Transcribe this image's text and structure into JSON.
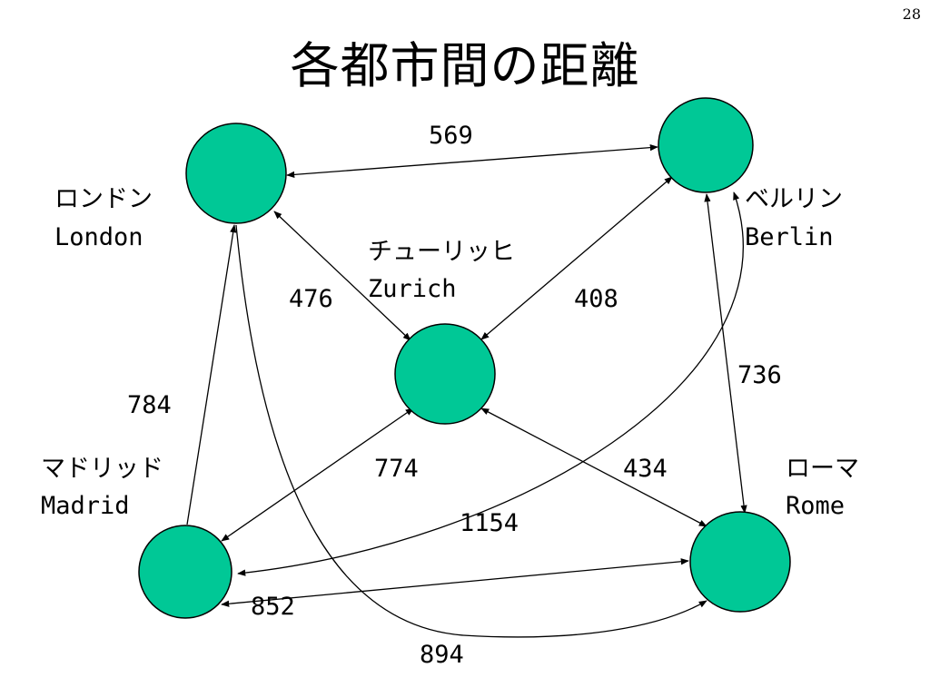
{
  "slide": {
    "number": "28",
    "title": "各都市間の距離"
  },
  "colors": {
    "node_fill": "#00c896",
    "node_stroke": "#000000",
    "edge": "#000000"
  },
  "cities": {
    "london": {
      "name_ja": "ロンドン",
      "name_en": "London"
    },
    "berlin": {
      "name_ja": "ベルリン",
      "name_en": "Berlin"
    },
    "zurich": {
      "name_ja": "チューリッヒ",
      "name_en": "Zurich"
    },
    "madrid": {
      "name_ja": "マドリッド",
      "name_en": "Madrid"
    },
    "rome": {
      "name_ja": "ローマ",
      "name_en": "Rome"
    }
  },
  "distances": {
    "london_berlin": "569",
    "london_zurich": "476",
    "berlin_zurich": "408",
    "london_madrid": "784",
    "berlin_rome": "736",
    "zurich_madrid": "774",
    "zurich_rome": "434",
    "berlin_madrid": "1154",
    "madrid_rome": "852",
    "london_rome": "894"
  }
}
